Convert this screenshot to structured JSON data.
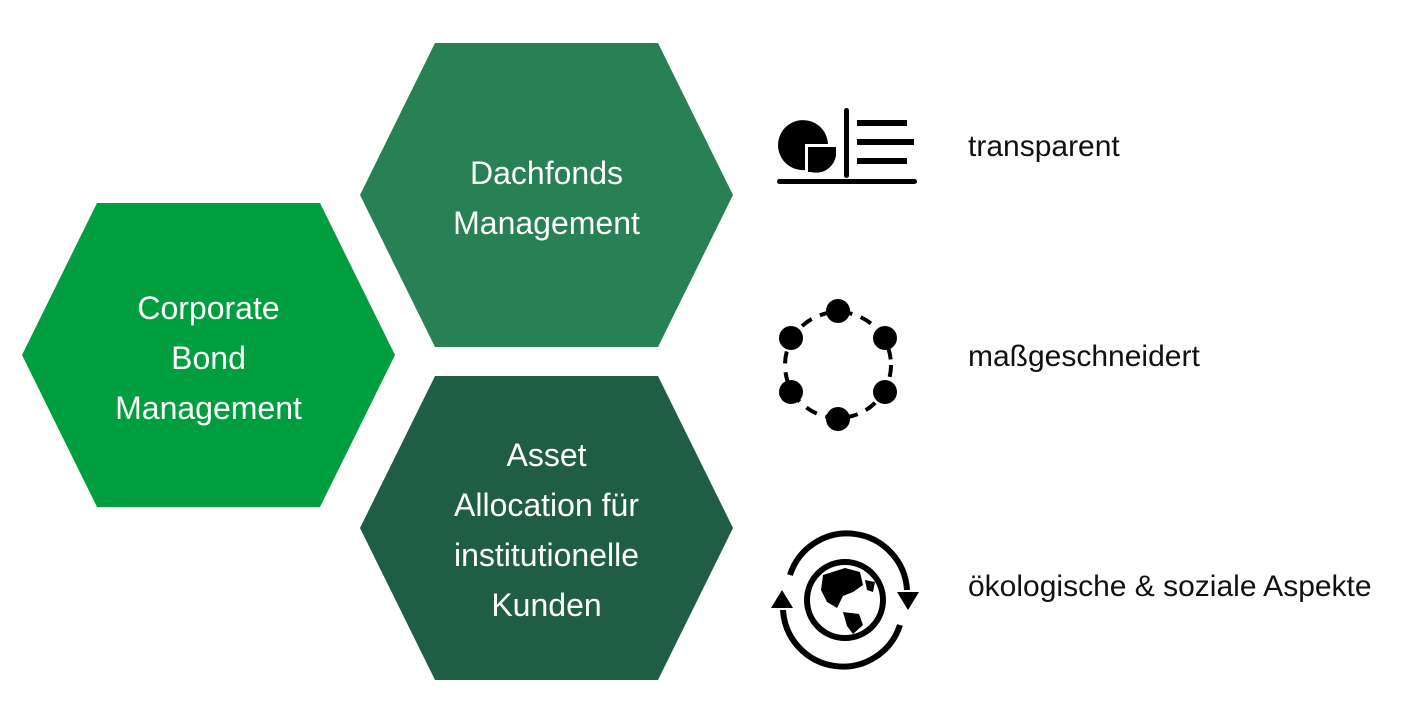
{
  "colors": {
    "hex_left": "#009e3f",
    "hex_top": "#288055",
    "hex_bottom": "#1f5e45",
    "icon": "#000000",
    "text": "#ffffff"
  },
  "hexagons": [
    {
      "lines": [
        "Corporate",
        "Bond",
        "Management"
      ]
    },
    {
      "lines": [
        "Dachfonds",
        "Management"
      ]
    },
    {
      "lines": [
        "Asset",
        "Allocation für",
        "institutionelle",
        "Kunden"
      ]
    }
  ],
  "features": [
    {
      "icon": "report-chart-icon",
      "label": "transparent"
    },
    {
      "icon": "network-circle-icon",
      "label": "maßgeschneidert"
    },
    {
      "icon": "globe-cycle-icon",
      "label": "ökologische & soziale Aspekte"
    }
  ]
}
